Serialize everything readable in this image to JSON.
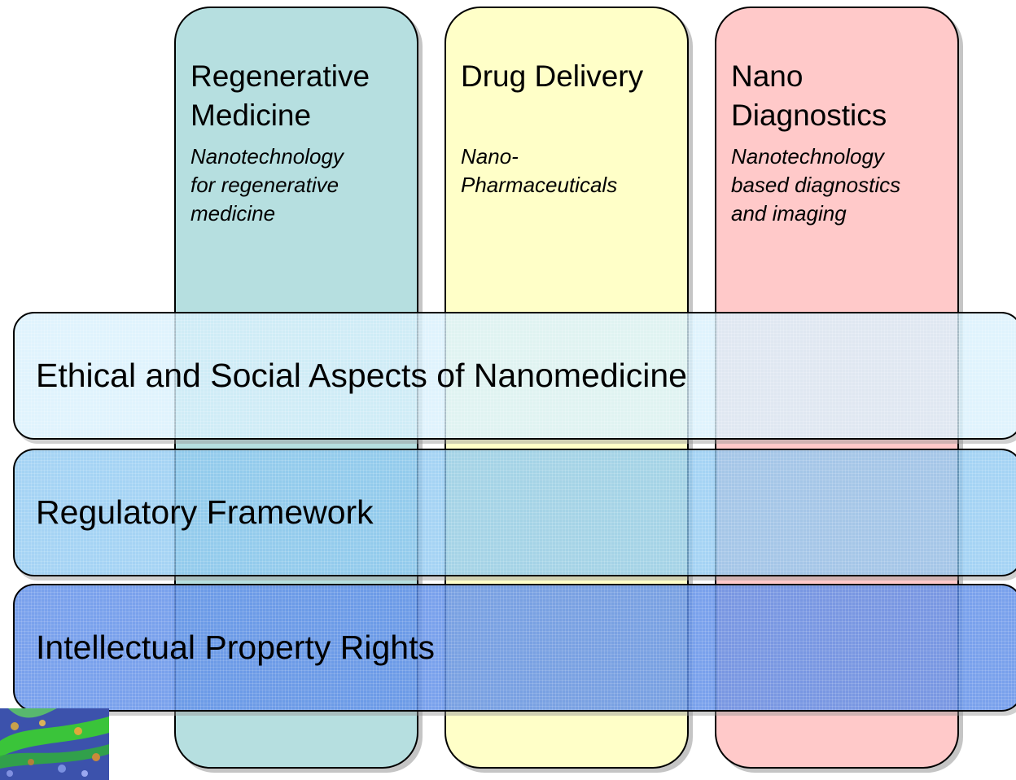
{
  "columns": [
    {
      "title": "Regenerative Medicine",
      "title_lines": [
        "Regenerative",
        "Medicine"
      ],
      "subtitle_lines": [
        "Nanotechnology",
        "for regenerative",
        "medicine"
      ],
      "color": "#b6dfe0"
    },
    {
      "title": "Drug Delivery",
      "title_lines": [
        "Drug Delivery"
      ],
      "subtitle_lines": [
        "Nano-",
        "Pharmaceuticals"
      ],
      "color": "#ffffc8"
    },
    {
      "title": "Nano Diagnostics",
      "title_lines": [
        "Nano",
        "Diagnostics"
      ],
      "subtitle_lines": [
        "Nanotechnology",
        "based diagnostics",
        "and imaging"
      ],
      "color": "#ffc9c9"
    }
  ],
  "bands": [
    {
      "label": "Ethical and Social Aspects of Nanomedicine",
      "color": "#d6f0fc"
    },
    {
      "label": "Regulatory Framework",
      "color": "#87c4f0"
    },
    {
      "label": "Intellectual Property Rights",
      "color": "#5c8ce8"
    }
  ],
  "image": {
    "icon": "microscopy-cells-image"
  }
}
